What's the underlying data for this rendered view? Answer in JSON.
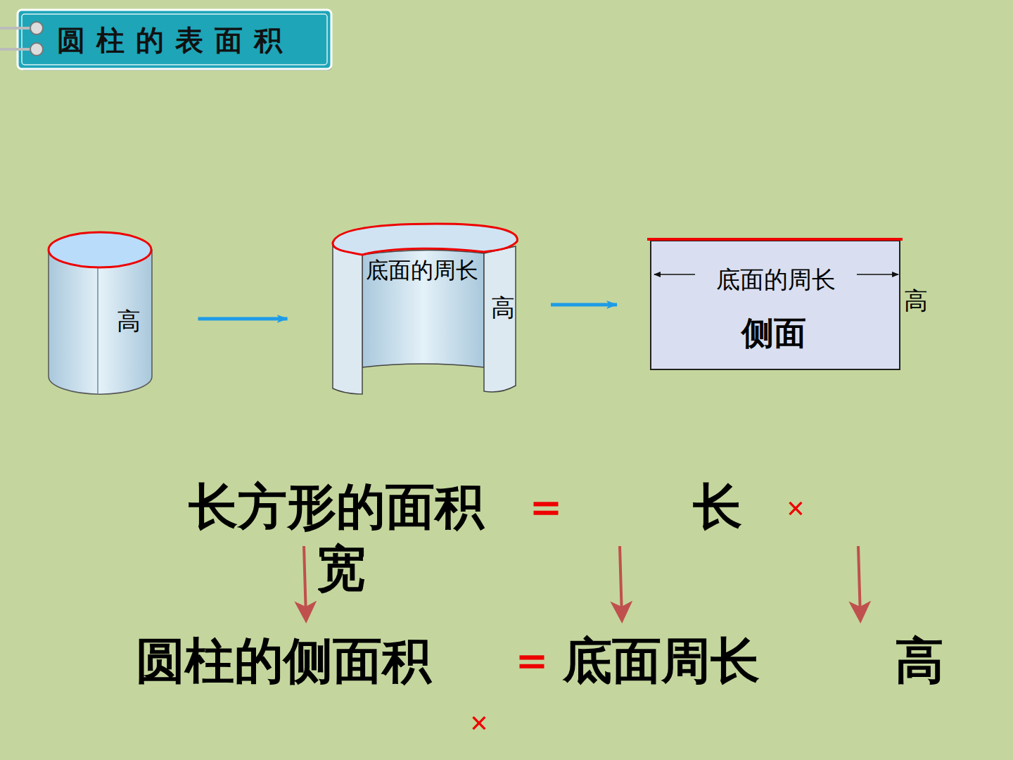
{
  "diagram": {
    "title": "圆柱的表面积",
    "nodes": [
      {
        "text": [
          "高"
        ]
      },
      {
        "text": [
          "底面的周长",
          "高"
        ]
      },
      {
        "text": [
          "底面的周长",
          "侧面",
          "高"
        ]
      }
    ],
    "edges": [
      {
        "from": 0,
        "to": 1,
        "arrow": "to"
      },
      {
        "from": 1,
        "to": 2,
        "arrow": "to"
      }
    ],
    "labels": [
      "长方形的面积",
      "＝",
      "长",
      "×",
      "宽",
      "圆柱的侧面积",
      "＝",
      "底面周长",
      "高",
      "×"
    ]
  }
}
